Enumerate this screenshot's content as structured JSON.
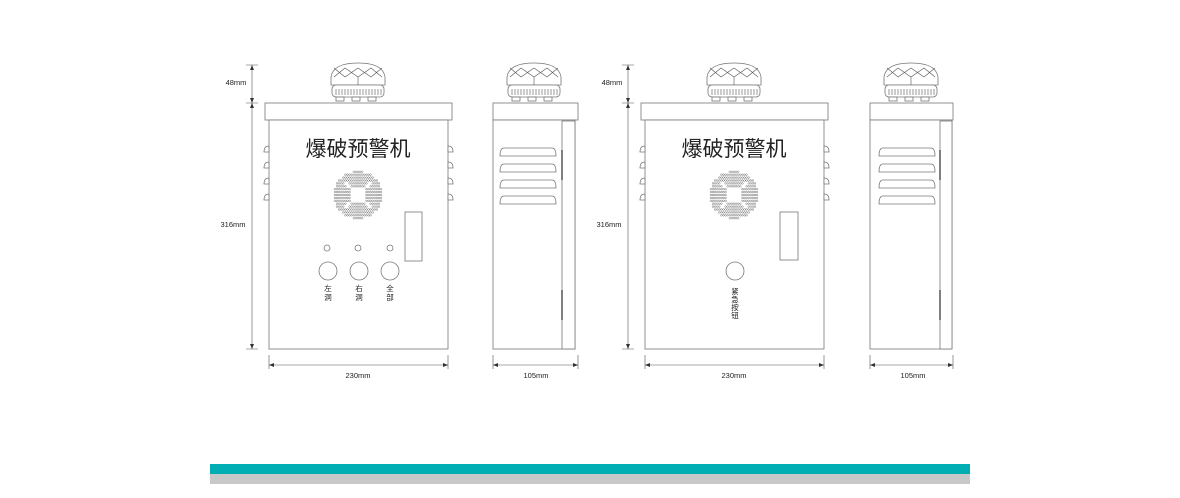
{
  "colors": {
    "accent_bar": "#00aeb4",
    "gray_bar": "#c8c8c8"
  },
  "dimensions": {
    "siren_height": "48mm",
    "body_height": "316mm",
    "width": "230mm",
    "depth": "105mm"
  },
  "devices": [
    {
      "title": "爆破预警机",
      "buttons": [
        {
          "label_1": "左",
          "label_2": "洞"
        },
        {
          "label_1": "右",
          "label_2": "洞"
        },
        {
          "label_1": "全",
          "label_2": "部"
        }
      ]
    },
    {
      "title": "爆破预警机",
      "emergency": [
        "紧",
        "急",
        "按",
        "钮"
      ]
    }
  ]
}
